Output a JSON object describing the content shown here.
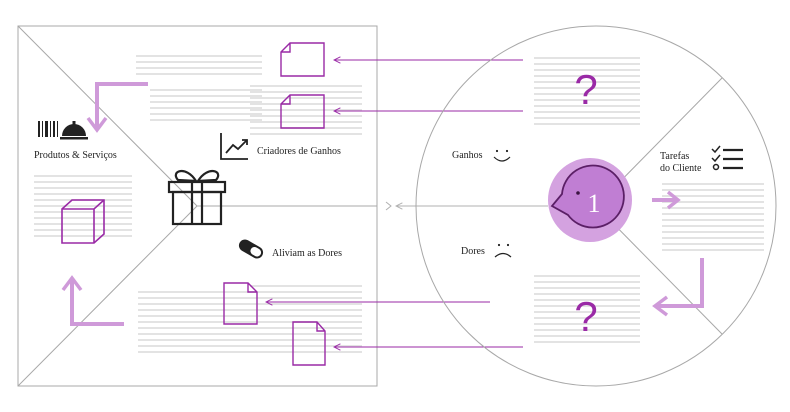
{
  "value_proposition": {
    "products_services_label": "Produtos & Serviços",
    "gain_creators_label": "Criadores de Ganhos",
    "pain_relievers_label": "Aliviam as Dores"
  },
  "customer_profile": {
    "gains_label": "Ganhos",
    "pains_label": "Dores",
    "jobs_label_line1": "Tarefas",
    "jobs_label_line2": "do Cliente",
    "step_number": "1",
    "question_mark": "?"
  },
  "colors": {
    "accent": "#9a2aa6",
    "accent_light": "#cf9ad9",
    "circle_fill": "#d4a2e0",
    "outline": "#a8a8a8",
    "text_lines": "#e3e3e3"
  },
  "icons": [
    "barcode-icon",
    "cloche-icon",
    "chart-up-icon",
    "gift-icon",
    "pill-icon",
    "cube-icon",
    "document-icon",
    "checklist-icon",
    "smile-icon",
    "frown-icon",
    "question-mark-icon"
  ]
}
